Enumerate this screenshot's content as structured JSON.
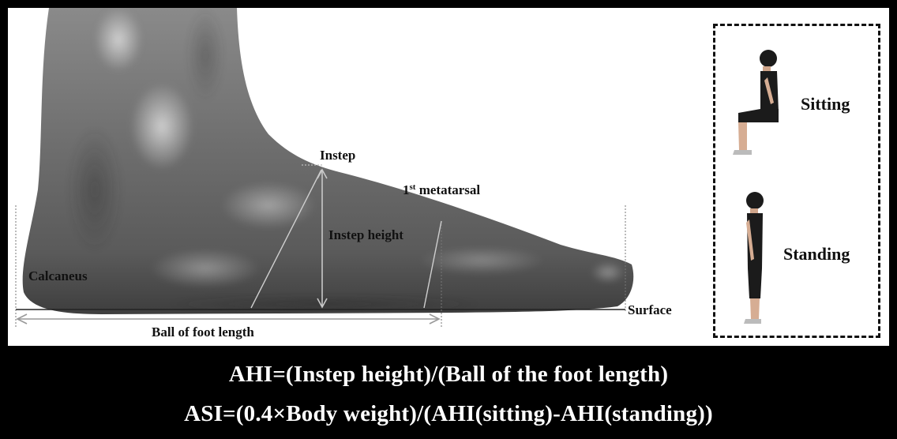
{
  "labels": {
    "instep": "Instep",
    "metatarsal": "1",
    "metatarsal_sup": "st",
    "metatarsal_rest": " metatarsal",
    "instep_height": "Instep height",
    "calcaneus": "Calcaneus",
    "surface": "Surface",
    "ball_length": "Ball of foot length"
  },
  "posture": {
    "sitting": "Sitting",
    "standing": "Standing"
  },
  "formulas": {
    "ahi": "AHI=(Instep height)/(Ball of the foot length)",
    "asi": "ASI=(0.4×Body weight)/(AHI(sitting)-AHI(standing))"
  }
}
